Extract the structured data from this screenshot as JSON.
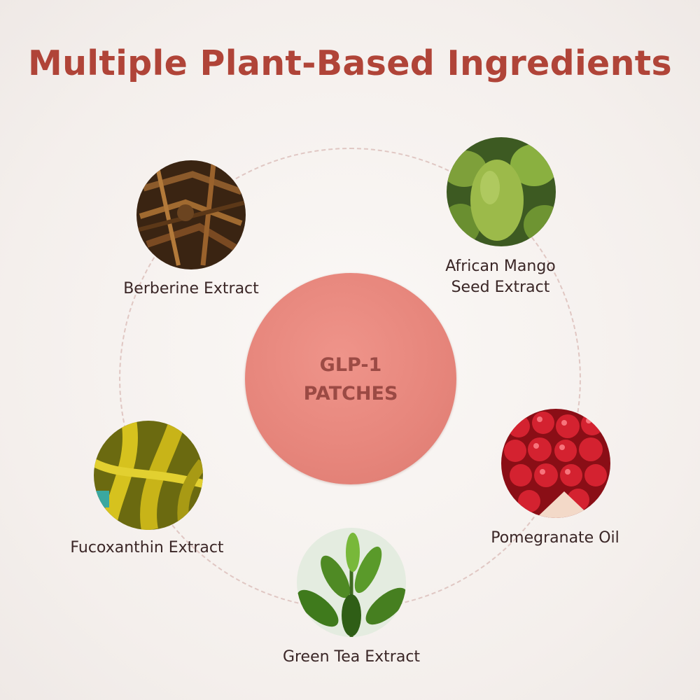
{
  "title": "Multiple Plant-Based Ingredients",
  "center": {
    "line1": "GLP-1",
    "line2": "PATCHES"
  },
  "ingredients": [
    {
      "line1": "Berberine Extract"
    },
    {
      "line1": "African Mango",
      "line2": "Seed Extract"
    },
    {
      "line1": "Fucoxanthin Extract"
    },
    {
      "line1": "Pomegranate Oil"
    },
    {
      "line1": "Green Tea Extract"
    }
  ],
  "colors": {
    "title": "#b04438",
    "patch": "#e6857b",
    "text": "#3a2626"
  }
}
